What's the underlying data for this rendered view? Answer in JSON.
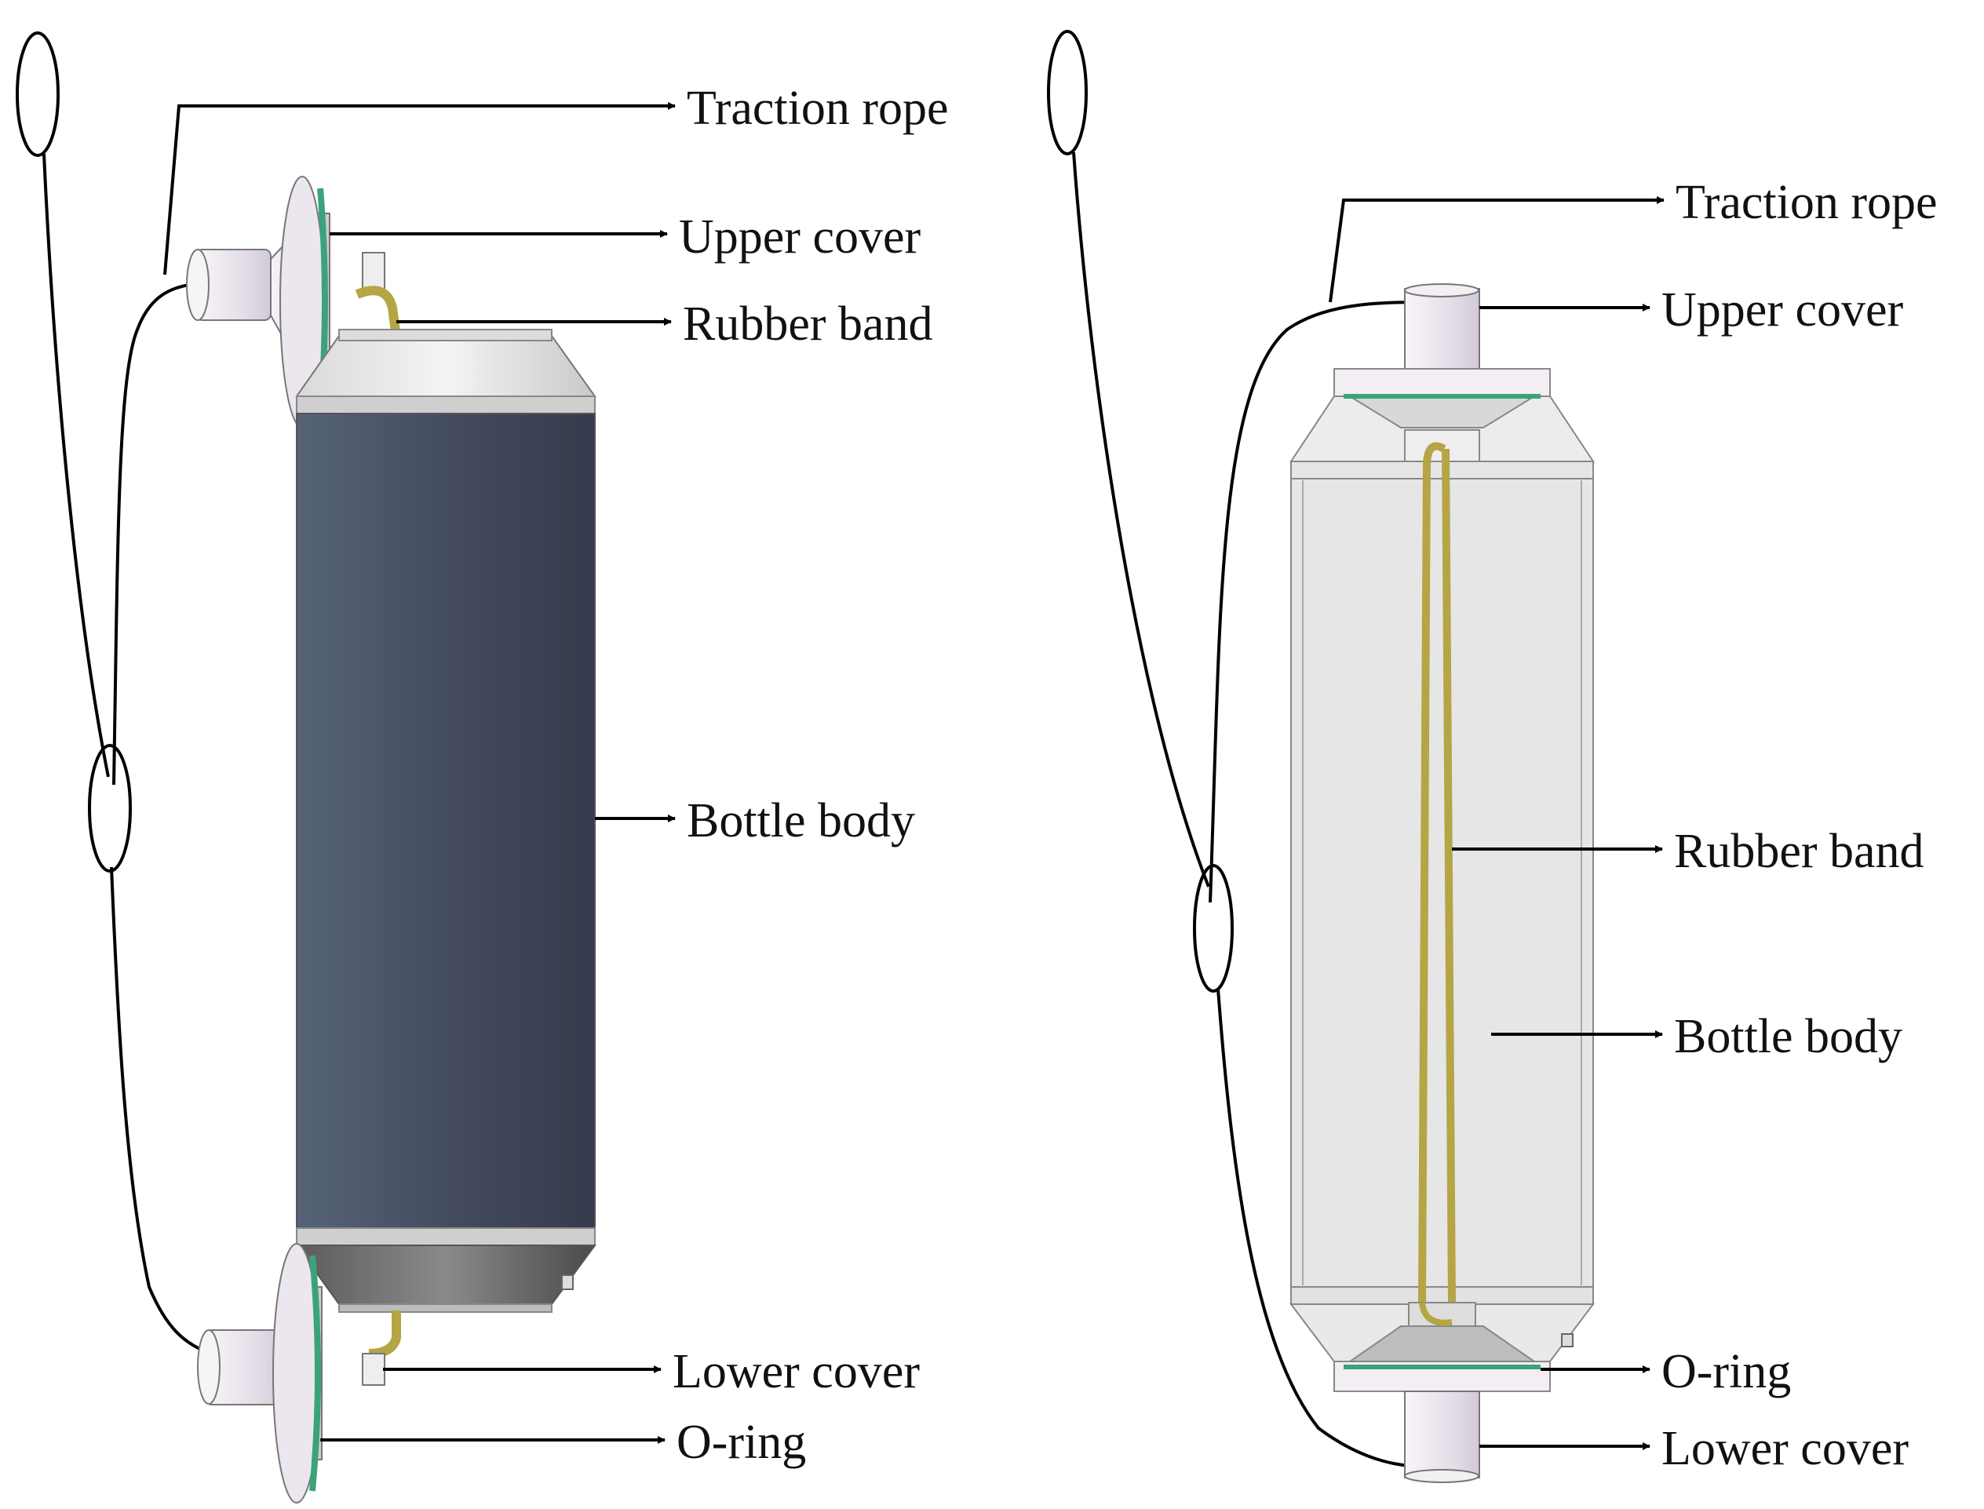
{
  "left_view": {
    "labels": {
      "traction_rope": "Traction rope",
      "upper_cover": "Upper cover",
      "rubber_band": "Rubber band",
      "bottle_body": "Bottle body",
      "lower_cover": "Lower cover",
      "o_ring": "O-ring"
    },
    "bottle_color": "#444b5c"
  },
  "right_view": {
    "labels": {
      "traction_rope": "Traction rope",
      "upper_cover": "Upper cover",
      "rubber_band": "Rubber band",
      "bottle_body": "Bottle body",
      "o_ring": "O-ring",
      "lower_cover": "Lower cover"
    },
    "bottle_color": "#e6e6e6"
  },
  "colors": {
    "rubber_band": "#b5a544",
    "o_ring": "#3aa37a",
    "cover": "#ece6ee",
    "leader_line": "#000000"
  }
}
